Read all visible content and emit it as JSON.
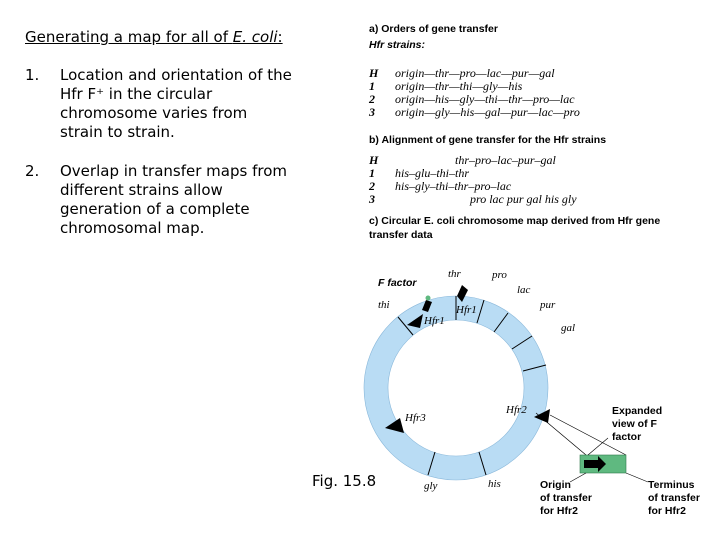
{
  "left": {
    "title_prefix": "Generating a map for all of ",
    "title_species": "E. coli",
    "title_suffix": ":",
    "items": [
      {
        "num": "1.",
        "lines": [
          "Location and orientation of the",
          "Hfr F⁺ in the circular",
          "chromosome varies from",
          "strain to strain."
        ]
      },
      {
        "num": "2.",
        "lines": [
          "Overlap in transfer maps from",
          "different strains allow",
          "generation of a complete",
          "chromosomal map."
        ]
      }
    ]
  },
  "figure": {
    "caption": "Fig. 15.8",
    "section_a": {
      "title": "a) Orders of gene transfer",
      "subtitle": "Hfr strains:",
      "rows": [
        {
          "label": "H",
          "order": "origin—thr—pro—lac—pur—gal"
        },
        {
          "label": "1",
          "order": "origin—thr—thi—gly—his"
        },
        {
          "label": "2",
          "order": "origin—his—gly—thi—thr—pro—lac"
        },
        {
          "label": "3",
          "order": "origin—gly—his—gal—pur—lac—pro"
        }
      ]
    },
    "section_b": {
      "title": "b) Alignment of gene transfer for the Hfr strains",
      "rows": [
        {
          "label": "H",
          "order": "thr–pro–lac–pur–gal"
        },
        {
          "label": "1",
          "order": "his–glu–thi–thr"
        },
        {
          "label": "2",
          "order": "his–gly–thi–thr–pro–lac"
        },
        {
          "label": "3",
          "order": "pro lac pur gal his gly"
        }
      ]
    },
    "section_c": {
      "title_line1": "c) Circular E. coli chromosome map derived from Hfr gene",
      "title_line2": "transfer data"
    },
    "circle_labels": {
      "f_factor": "F factor",
      "thr": "thr",
      "pro": "pro",
      "lac": "lac",
      "pur": "pur",
      "gal": "gal",
      "his": "his",
      "gly": "gly",
      "thi": "thi",
      "hfr_h": "Hfr1",
      "hfr1": "Hfr1",
      "hfr2": "Hfr2",
      "hfr3": "Hfr3"
    },
    "callouts": {
      "expanded": [
        "Expanded",
        "view of F",
        "factor"
      ],
      "origin": [
        "Origin",
        "of transfer",
        "for Hfr2"
      ],
      "terminus": [
        "Terminus",
        "of transfer",
        "for Hfr2"
      ]
    },
    "colors": {
      "ring": "#b9dcf4",
      "f_factor_box": "#5fb980",
      "arrow": "#000000"
    }
  }
}
